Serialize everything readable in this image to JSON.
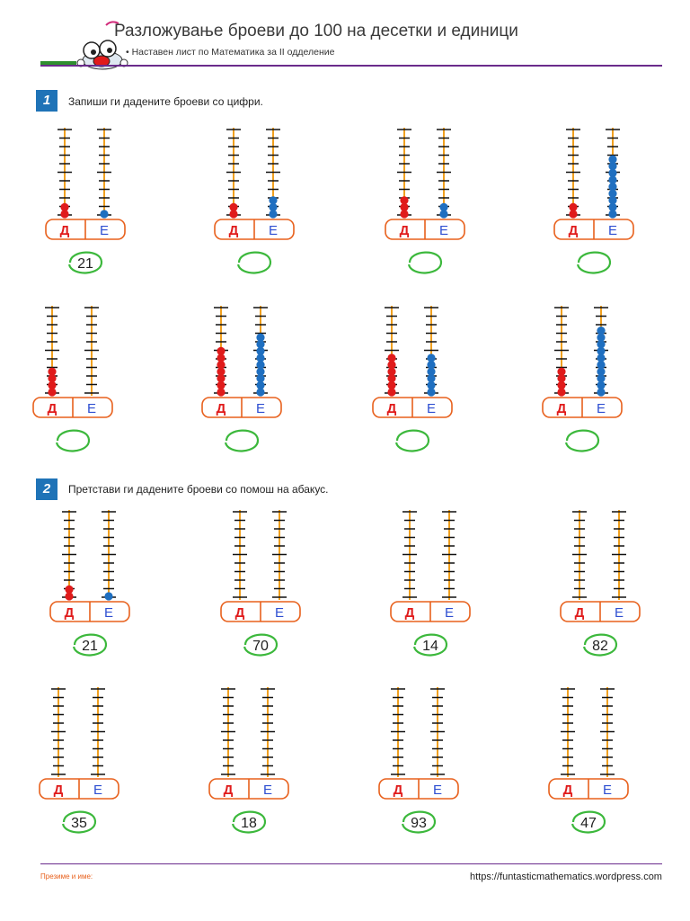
{
  "header": {
    "title": "Разложување броеви до 100 на десетки и единици",
    "subtitle": "• Наставен лист по Математика за II одделение"
  },
  "sections": [
    {
      "number": "1",
      "instruction": "Запиши ги дадените броеви со цифри."
    },
    {
      "number": "2",
      "instruction": "Претстави ги дадените броеви со помош на абакус."
    }
  ],
  "labels": {
    "tens": "Д",
    "units": "Е"
  },
  "exercise1": [
    {
      "tens": 2,
      "units": 1,
      "answer": "21"
    },
    {
      "tens": 2,
      "units": 3,
      "answer": ""
    },
    {
      "tens": 3,
      "units": 2,
      "answer": ""
    },
    {
      "tens": 2,
      "units": 9,
      "answer": ""
    },
    {
      "tens": 4,
      "units": 0,
      "answer": ""
    },
    {
      "tens": 7,
      "units": 9,
      "answer": ""
    },
    {
      "tens": 6,
      "units": 6,
      "answer": ""
    },
    {
      "tens": 4,
      "units": 10,
      "answer": ""
    }
  ],
  "exercise2": [
    {
      "tens": 2,
      "units": 1,
      "number": "21"
    },
    {
      "tens": 0,
      "units": 0,
      "number": "70"
    },
    {
      "tens": 0,
      "units": 0,
      "number": "14"
    },
    {
      "tens": 0,
      "units": 0,
      "number": "82"
    },
    {
      "tens": 0,
      "units": 0,
      "number": "35"
    },
    {
      "tens": 0,
      "units": 0,
      "number": "18"
    },
    {
      "tens": 0,
      "units": 0,
      "number": "93"
    },
    {
      "tens": 0,
      "units": 0,
      "number": "47"
    }
  ],
  "footer": {
    "name_label": "Презиме и име:",
    "url": "https://funtasticmathematics.wordpress.com"
  },
  "colors": {
    "rod": "#f0a020",
    "tens_bead": "#e01b1b",
    "units_bead": "#1f6fc0",
    "label_box": "#e8601c",
    "answer_circle": "#3cb83c",
    "accent": "#1f73b7",
    "header_line": "#6a2b8c"
  }
}
